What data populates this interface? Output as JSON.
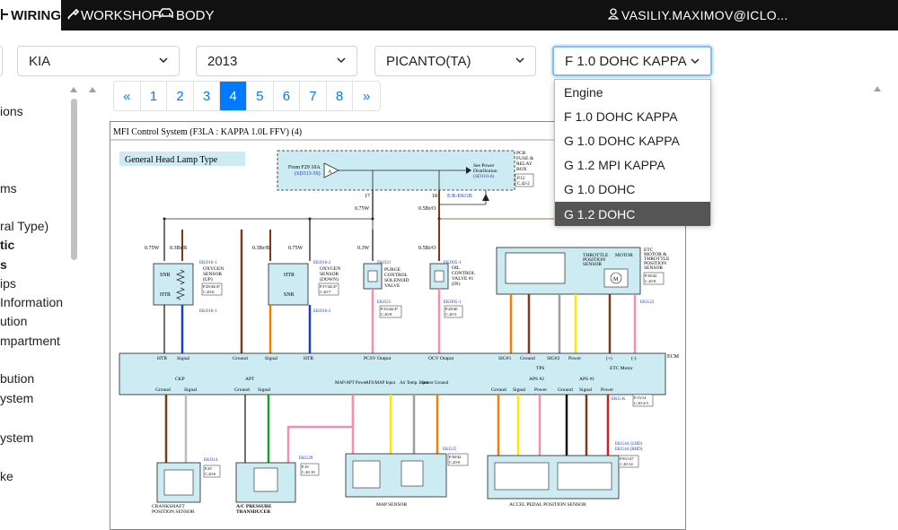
{
  "nav": {
    "wiring": "WIRING",
    "workshop": "WORKSHOP",
    "body": "BODY",
    "user": "VASILIY.MAXIMOV@ICLO..."
  },
  "filters": {
    "make": "KIA",
    "year": "2013",
    "model": "PICANTO(TA)",
    "engine": "F 1.0 DOHC KAPPA"
  },
  "engine_options": [
    "Engine",
    "F 1.0 DOHC KAPPA",
    "G 1.0 DOHC KAPPA",
    "G 1.2 MPI KAPPA",
    "G 1.0 DOHC",
    "G 1.2 DOHC"
  ],
  "sidebar": {
    "items": [
      "ions",
      "ms",
      "ral Type)",
      "tic",
      "s",
      "ips",
      "Information",
      "ution",
      "mpartment",
      "bution",
      "ystem",
      "ystem",
      "ke"
    ]
  },
  "pagination": [
    "«",
    "1",
    "2",
    "3",
    "4",
    "5",
    "6",
    "7",
    "8",
    "»"
  ],
  "pagination_active": "4",
  "diagram": {
    "title": "MFI Control System (F3LA : KAPPA 1.0L FFV) (4)",
    "subtitle": "General  Head Lamp Type",
    "from_fuse": "From F29 10A",
    "from_ref": "(SD313-59)",
    "see_power": "See Power",
    "distribution": "Distribution",
    "dist_ref": "(SD110-6)",
    "pcb": "PCB",
    "fuse_relay": "FUSE &",
    "relay": "RELAY",
    "box": "BOX",
    "p12": "P.12",
    "c42": "C.42-2",
    "ek_top": "E/R-EKGB",
    "sensors": {
      "o2_up": [
        "OXYGEN",
        "SENSOR",
        "(UP)",
        "P.28/44/47",
        "C.20-6"
      ],
      "o2_down": [
        "OXYGEN",
        "SENSOR",
        "(DOWN)",
        "P.37/44/47",
        "C.20-7"
      ],
      "purge": [
        "PURGE",
        "CONTROL",
        "SOLENOID",
        "VALVE",
        "P.33/44/47",
        "C.20-8"
      ],
      "ocv": [
        "OIL",
        "CONTROL",
        "VALVE #1",
        "(IN)",
        "P.28/40",
        "C.20-5"
      ],
      "etc": [
        "ETC",
        "MOTOR &",
        "THROTTLE",
        "POSITION",
        "SENSOR",
        "P.38/42",
        "C.20-8"
      ],
      "tps": [
        "THROTTLE",
        "POSITION",
        "SENSOR"
      ],
      "motor": "MOTOR"
    },
    "connectors": [
      "EKO16-1",
      "EKO16-2",
      "EKO21",
      "EKO05-1",
      "EKG22",
      "EKG-K",
      "EKO14",
      "EKG29",
      "EKG25",
      "EKG44 (LHD)",
      "EKG44 (RHD)"
    ],
    "ecm": "ECM",
    "ecm_labels": [
      "HTR",
      "Signal",
      "Ground",
      "Signal",
      "HTR",
      "PCSV Output",
      "OCV Output",
      "SIG#1",
      "Ground",
      "SIG#2",
      "Power",
      "(+)",
      "(-)",
      "TPS",
      "ETC Motor"
    ],
    "ecm_lower": [
      "CKP",
      "Ground",
      "Signal",
      "APT",
      "Ground",
      "Signal",
      "MAP/APT Power",
      "AFS/MAP Input",
      "Air Temp. Input",
      "Sensor Ground",
      "APS #2",
      "Ground",
      "Signal",
      "Power",
      "APS #1",
      "Ground",
      "Signal",
      "Power"
    ],
    "bottom": [
      "CRANKSHAFT",
      "POSITION SENSOR",
      "A/C PRESSURE",
      "TRANSDUCER",
      "MAP SENSOR",
      "ACCEL PEDAL POSITION SENSOR"
    ],
    "refs": [
      "P.29",
      "C.20-6",
      "P.10",
      "C.20-10",
      "P.38/42",
      "C.20-8",
      "P.13/14",
      "C.20-2/3",
      "P.95/147",
      "C.20-14"
    ]
  },
  "colors": {
    "accent": "#007bff",
    "topbar": "#111111",
    "diagram_fill": "#cdebf2",
    "wire_brown": "#7a3b1b",
    "wire_blue": "#1a3fb8",
    "wire_orange": "#f57d00",
    "wire_pink": "#f48fb1",
    "wire_yellow": "#ffe500",
    "wire_green": "#1e9e2c",
    "wire_gray": "#9e9e9e"
  }
}
